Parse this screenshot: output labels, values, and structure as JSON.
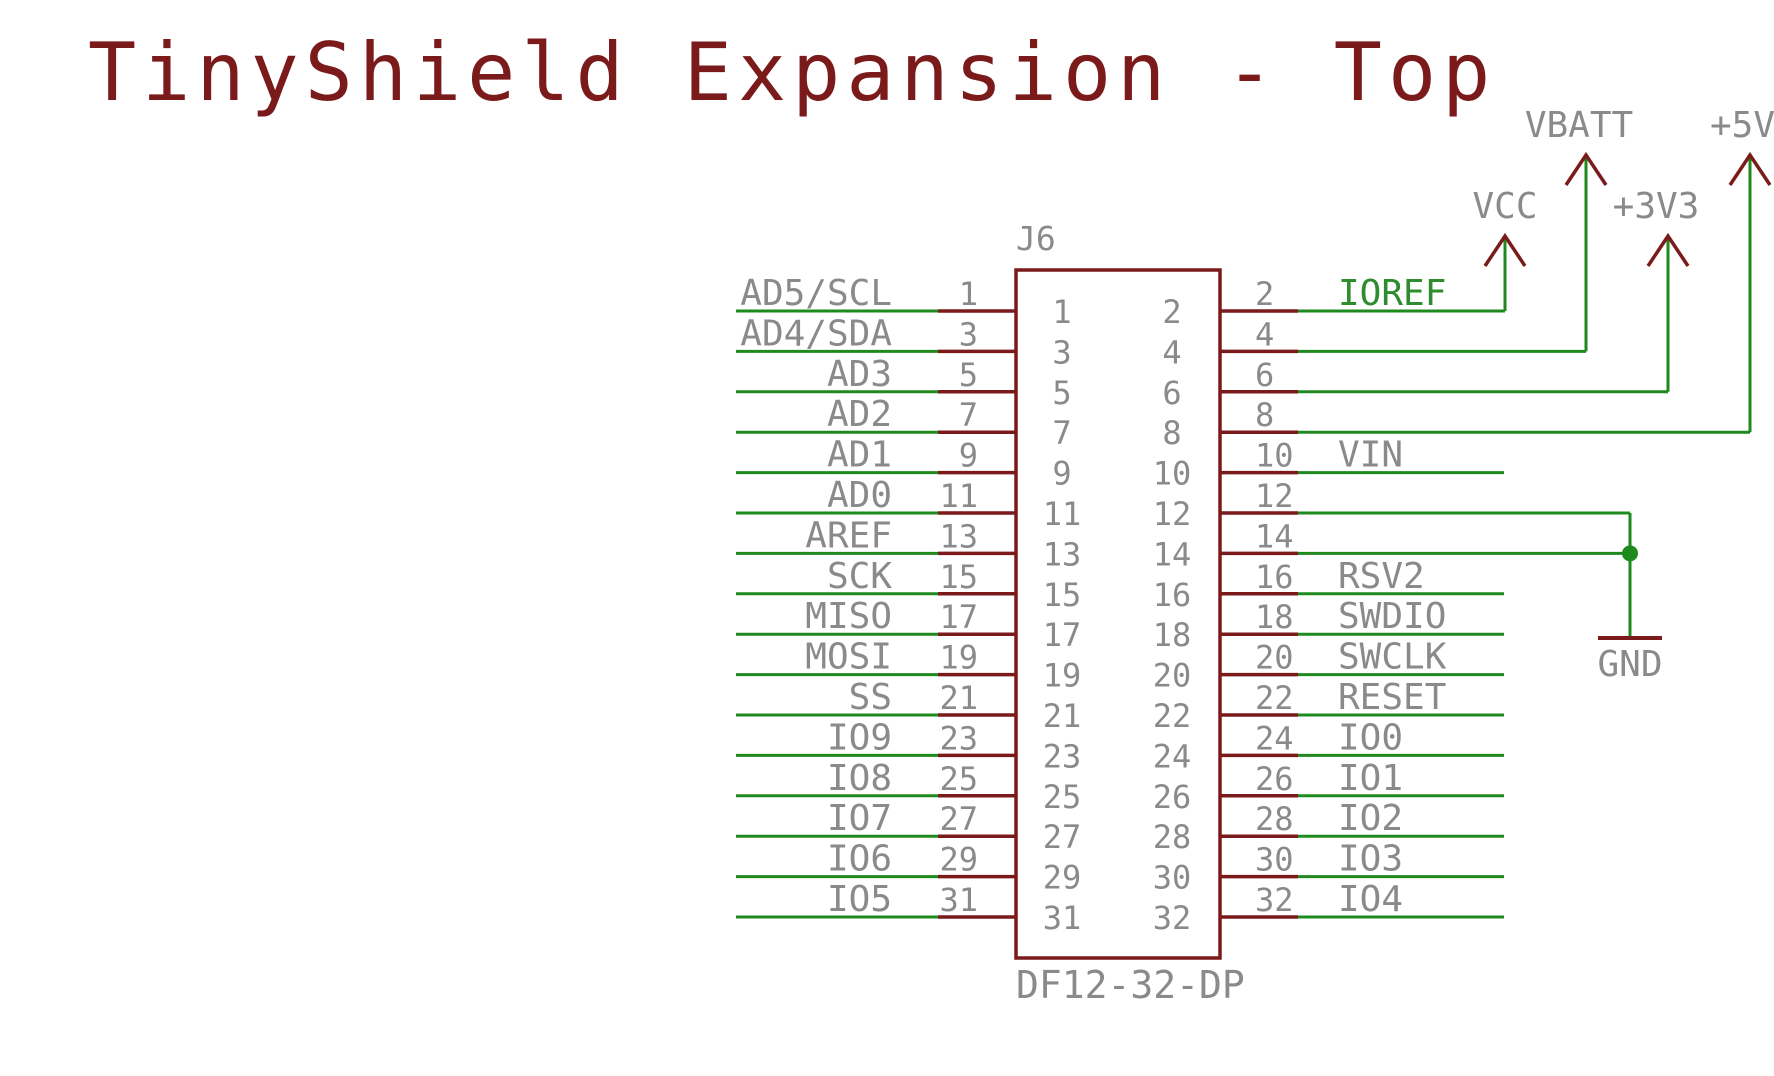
{
  "title": "TinyShield Expansion - Top",
  "part": {
    "ref": "J6",
    "value": "DF12-32-DP"
  },
  "colors": {
    "body": "#7a1a1a",
    "wire": "#1e8a1e",
    "label": "#8a8a8a",
    "net_label": "#2e8b2e"
  },
  "left_pins": [
    {
      "pin": "1",
      "signal": "AD5/SCL"
    },
    {
      "pin": "3",
      "signal": "AD4/SDA"
    },
    {
      "pin": "5",
      "signal": "AD3"
    },
    {
      "pin": "7",
      "signal": "AD2"
    },
    {
      "pin": "9",
      "signal": "AD1"
    },
    {
      "pin": "11",
      "signal": "AD0"
    },
    {
      "pin": "13",
      "signal": "AREF"
    },
    {
      "pin": "15",
      "signal": "SCK"
    },
    {
      "pin": "17",
      "signal": "MISO"
    },
    {
      "pin": "19",
      "signal": "MOSI"
    },
    {
      "pin": "21",
      "signal": "SS"
    },
    {
      "pin": "23",
      "signal": "IO9"
    },
    {
      "pin": "25",
      "signal": "IO8"
    },
    {
      "pin": "27",
      "signal": "IO7"
    },
    {
      "pin": "29",
      "signal": "IO6"
    },
    {
      "pin": "31",
      "signal": "IO5"
    }
  ],
  "right_pins": [
    {
      "pin": "2",
      "signal": "IOREF"
    },
    {
      "pin": "4",
      "signal": ""
    },
    {
      "pin": "6",
      "signal": ""
    },
    {
      "pin": "8",
      "signal": ""
    },
    {
      "pin": "10",
      "signal": "VIN"
    },
    {
      "pin": "12",
      "signal": ""
    },
    {
      "pin": "14",
      "signal": ""
    },
    {
      "pin": "16",
      "signal": "RSV2"
    },
    {
      "pin": "18",
      "signal": "SWDIO"
    },
    {
      "pin": "20",
      "signal": "SWCLK"
    },
    {
      "pin": "22",
      "signal": "RESET"
    },
    {
      "pin": "24",
      "signal": "IO0"
    },
    {
      "pin": "26",
      "signal": "IO1"
    },
    {
      "pin": "28",
      "signal": "IO2"
    },
    {
      "pin": "30",
      "signal": "IO3"
    },
    {
      "pin": "32",
      "signal": "IO4"
    }
  ],
  "power_symbols": {
    "vcc": "VCC",
    "vbatt": "VBATT",
    "v3v3": "+3V3",
    "v5": "+5V",
    "gnd": "GND"
  }
}
